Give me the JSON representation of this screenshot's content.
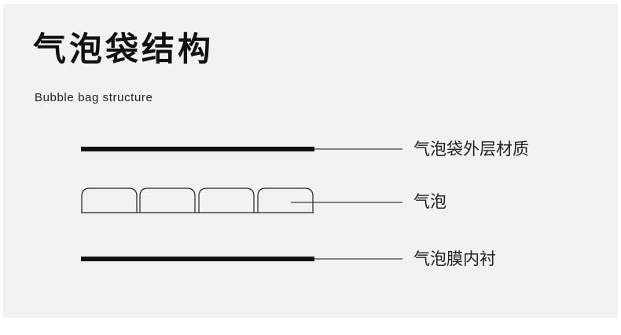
{
  "title": "气泡袋结构",
  "subtitle": "Bubble bag structure",
  "layers": [
    {
      "label": "气泡袋外层材质"
    },
    {
      "label": "气泡"
    },
    {
      "label": "气泡膜内衬"
    }
  ],
  "bubble_count": 4,
  "colors": {
    "panel": "#f2f2f2",
    "stroke": "#111111"
  }
}
